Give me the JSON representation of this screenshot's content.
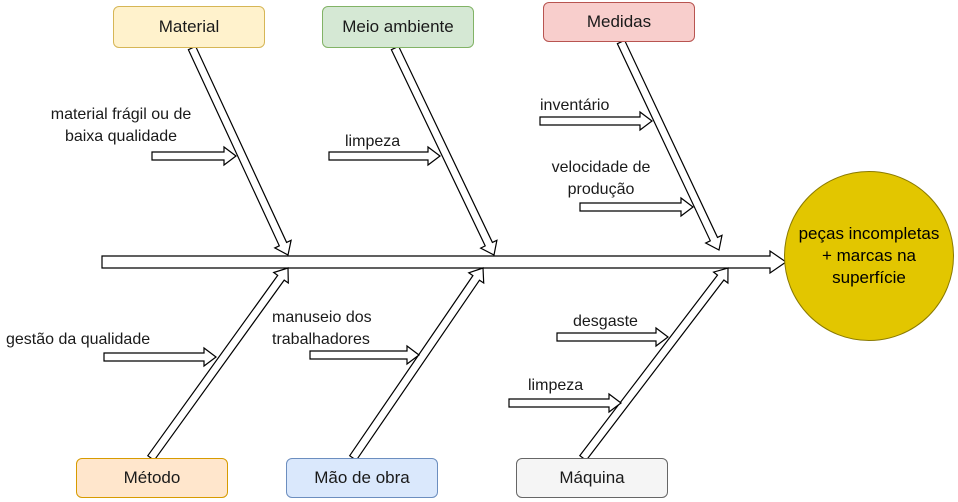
{
  "categories": {
    "material": {
      "label": "Material",
      "color": "#fff2cc",
      "border": "#d6b656"
    },
    "meio_ambiente": {
      "label": "Meio ambiente",
      "color": "#d5e8d4",
      "border": "#82b366"
    },
    "medidas": {
      "label": "Medidas",
      "color": "#f8cecc",
      "border": "#b85450"
    },
    "metodo": {
      "label": "Método",
      "color": "#ffe6cc",
      "border": "#d79b00"
    },
    "mao_de_obra": {
      "label": "Mão de obra",
      "color": "#dae8fc",
      "border": "#6c8ebf"
    },
    "maquina": {
      "label": "Máquina",
      "color": "#f5f5f5",
      "border": "#666666"
    }
  },
  "causes": {
    "material_1_line1": "material frágil ou de",
    "material_1_line2": "baixa qualidade",
    "meio_ambiente_1": "limpeza",
    "medidas_1": "inventário",
    "medidas_2_line1": "velocidade de",
    "medidas_2_line2": "produção",
    "metodo_1": "gestão da qualidade",
    "mao_de_obra_1_line1": "manuseio dos",
    "mao_de_obra_1_line2": "trabalhadores",
    "maquina_1": "desgaste",
    "maquina_2": "limpeza"
  },
  "effect": {
    "line1": "peças incompletas",
    "line2": "+ marcas na",
    "line3": "superfície",
    "color": "#e2c600"
  }
}
